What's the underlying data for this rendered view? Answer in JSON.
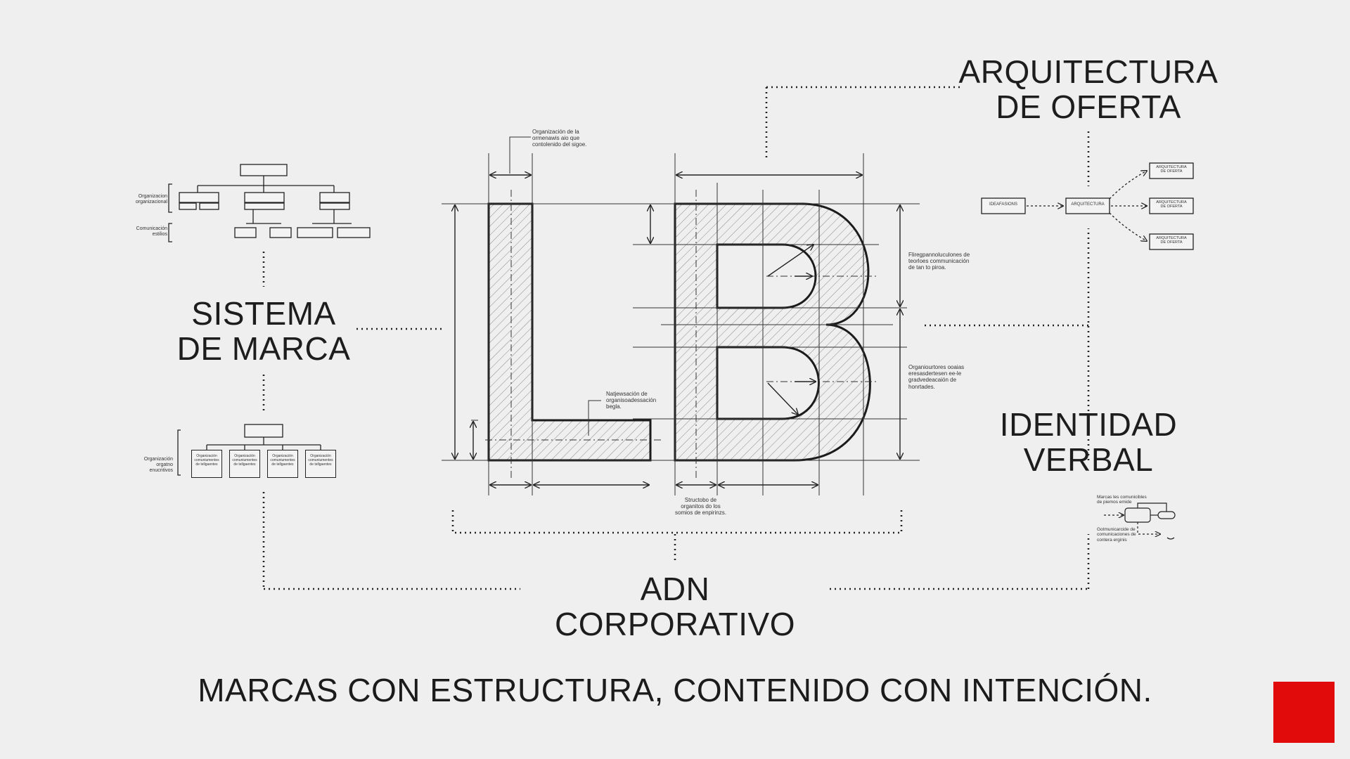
{
  "labels": {
    "sistema_marca": [
      "SISTEMA",
      "DE MARCA"
    ],
    "arquitectura_oferta": [
      "ARQUITECTURA",
      "DE OFERTA"
    ],
    "identidad_verbal": [
      "IDENTIDAD",
      "VERBAL"
    ],
    "adn_corporativo": "ADN CORPORATIVO"
  },
  "tagline": "MARCAS CON ESTRUCTURA, CONTENIDO CON INTENCIÓN.",
  "monogram": "LB",
  "notes": {
    "top_dimension": "Organización de la\normenawis aio que\ncontolenido del sigoe.",
    "inner_l": "Natjewsación de\norganisoadessación\nbegla.",
    "right_upper": "Fliregpannoluculones de\nteorloes communicación\nde tan to piroa.",
    "right_lower": "Organiourtores ooaias\neresasdertesen ee-le\ngradvedeacaión de\nhonrtades.",
    "bottom_center": "Structobo de\norganitos do los\nsomios de enpirinzs.",
    "left_top_a": "Organizacion\norganizacional",
    "left_top_b": "Comunicación\nestilios",
    "left_bottom": "Organización\norgatno enucntivos",
    "verbal_a": "Marcas les comunicibles\nde piemos emide",
    "verbal_b": "Gotmunicarcide de\ncomunicaciones de\ncontera erginis"
  },
  "offer_boxes": [
    "IDEAFASIONS",
    "ARQUITECTURA",
    "ARQUITECTURA\nDE OFERTA",
    "ARQUITECTURA\nDE OFERTA",
    "ARQUITECTURA\nDE OFERTA"
  ],
  "org_boxes": [
    "Organización\ncomuniumentes\nde tellgaentes",
    "Organización\ncomuniumentes\nde tellgaentes",
    "Organización\ncomuniumentes\nde tellgaentes",
    "Organización\ncomuniumentes\nde tellgaentes"
  ],
  "colors": {
    "background": "#efefef",
    "ink": "#1b1b1b",
    "accent_red": "#e20b0b",
    "hatch": "#7a7a7a"
  }
}
